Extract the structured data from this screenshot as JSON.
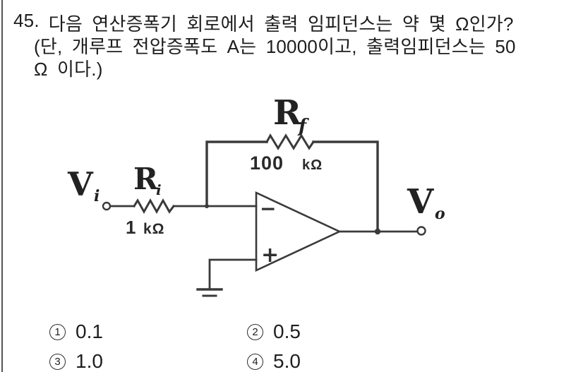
{
  "page": {
    "background_color": "#ffffff",
    "border_color": "#555555",
    "ink_color": "#3a3a3a",
    "text_color": "#1d1d1d"
  },
  "question": {
    "number": "45.",
    "line1": "다음 연산증폭기 회로에서 출력 임피던스는 약 몇 Ω인가?",
    "line2": "(단, 개루프 전압증폭도 A는 10000이고, 출력임피던스는 50",
    "line3": "Ω 이다.)"
  },
  "circuit": {
    "input_label_main": "V",
    "input_label_sub": "i",
    "input_resistor_main": "R",
    "input_resistor_sub": "i",
    "input_resistor_value_num": "1",
    "input_resistor_value_unit": "kΩ",
    "feedback_resistor_main": "R",
    "feedback_resistor_sub": "f",
    "feedback_resistor_value_num": "100",
    "feedback_resistor_value_unit": "kΩ",
    "output_label_main": "V",
    "output_label_sub": "o",
    "inverting_input_sign": "−",
    "noninverting_input_sign": "+"
  },
  "options": [
    {
      "num": "1",
      "value": "0.1"
    },
    {
      "num": "2",
      "value": "0.5"
    },
    {
      "num": "3",
      "value": "1.0"
    },
    {
      "num": "4",
      "value": "5.0"
    }
  ]
}
